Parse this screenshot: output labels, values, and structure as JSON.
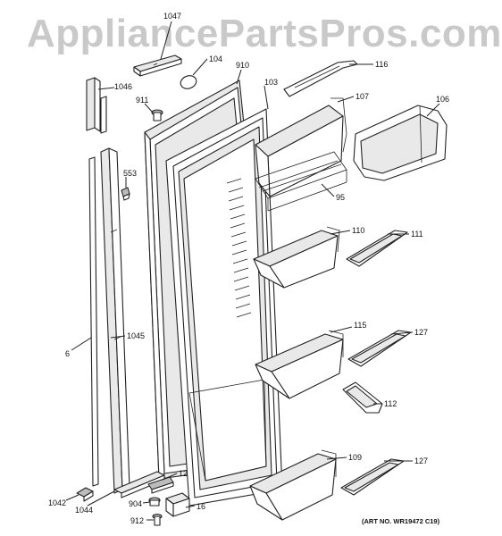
{
  "watermark": "AppliancePartsPros.com",
  "art_number": "(ART NO. WR19472 C19)",
  "part_labels": {
    "p1047": "1047",
    "p104": "104",
    "p910": "910",
    "p116": "116",
    "p1046": "1046",
    "p911": "911",
    "p103": "103",
    "p107": "107",
    "p106": "106",
    "p553": "553",
    "p95": "95",
    "p110": "110",
    "p111": "111",
    "p1045": "1045",
    "p6": "6",
    "p115": "115",
    "p127a": "127",
    "p112": "112",
    "p109": "109",
    "p127b": "127",
    "p12": "12",
    "p1042": "1042",
    "p1044": "1044",
    "p904": "904",
    "p16": "16",
    "p912": "912"
  }
}
